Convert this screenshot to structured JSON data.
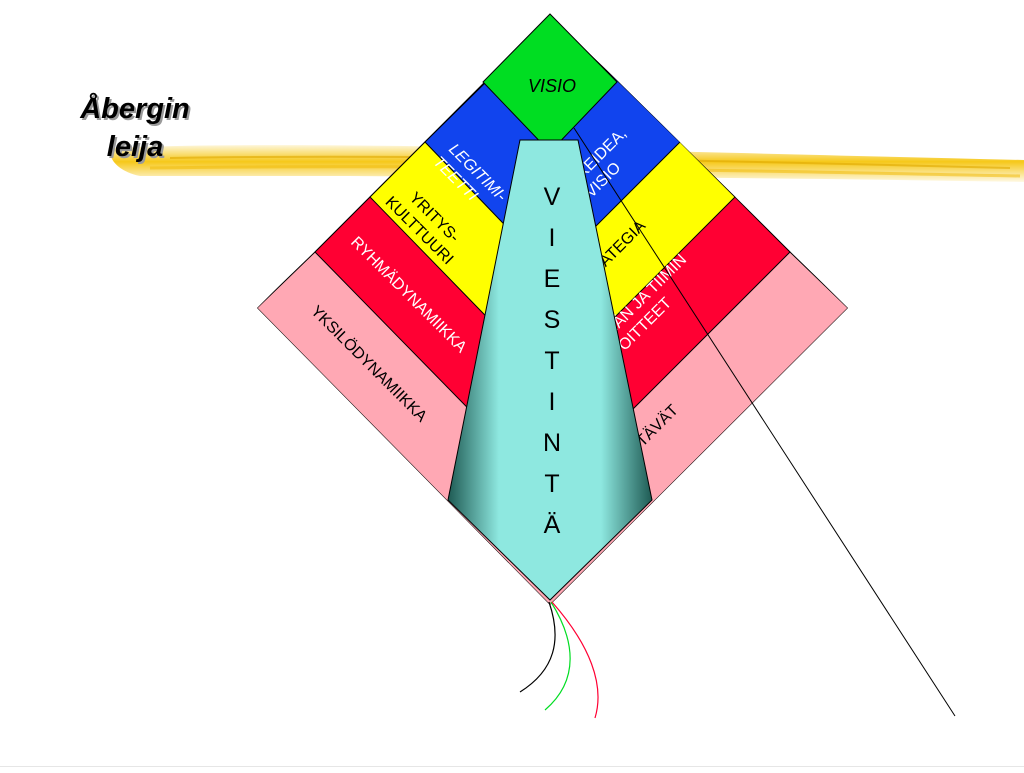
{
  "slide": {
    "title_line1": "Åbergin",
    "title_line2": "leija"
  },
  "kite": {
    "top": "VISIO",
    "left_bands": [
      "LEGITIMITEETTI",
      "YRITYS-KULTTUURI",
      "RYHMÄDYNAMIIKKA",
      "YKSILÖDYNAMIIKKA"
    ],
    "left_band_lines": {
      "legitimiteetti": [
        "LEGITIMI-",
        "TEETTI"
      ],
      "yrityskulttuuri": [
        "YRITYS-",
        "KULTTUURI"
      ],
      "ryhmadynamiikka": "RYHMÄDYNAMIIKKA",
      "yksilodynamiikka": "YKSILÖDYNAMIIKKA"
    },
    "right_band_lines": {
      "liikeidea": [
        "LIIKEIDEA,",
        "VISIO"
      ],
      "strategia": "STRATEGIA",
      "tiimin": [
        "RYHMÄN JA TIIMIN",
        "TAVOITTEET"
      ],
      "tehtavat": "TEHTÄVÄT"
    },
    "center_word": "VIESTINTÄ",
    "colors": {
      "top": "#00dd22",
      "band1": "#1144ee",
      "band2": "#ffff00",
      "band3": "#ff0033",
      "band4": "#ffa8b4",
      "center": "#8ee8e0",
      "highlight": "#f5c200"
    }
  }
}
